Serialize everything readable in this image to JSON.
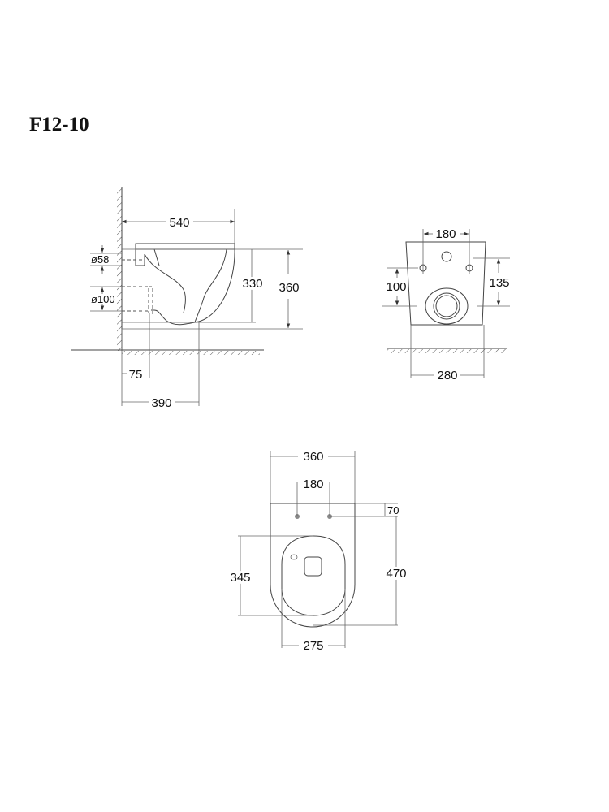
{
  "title": "F12-10",
  "side_view": {
    "overall_length": "540",
    "inlet_diameter": "ø58",
    "outlet_diameter": "ø100",
    "rim_height_inner": "330",
    "overall_height": "360",
    "outlet_offset": "75",
    "bowl_depth": "390"
  },
  "rear_view": {
    "bolt_spacing": "180",
    "outlet_height_left": "100",
    "outlet_height_right": "135",
    "width": "280"
  },
  "top_view": {
    "width": "360",
    "bolt_spacing": "180",
    "bolt_offset": "70",
    "seat_length": "345",
    "overall_length": "470",
    "seat_width": "275"
  }
}
